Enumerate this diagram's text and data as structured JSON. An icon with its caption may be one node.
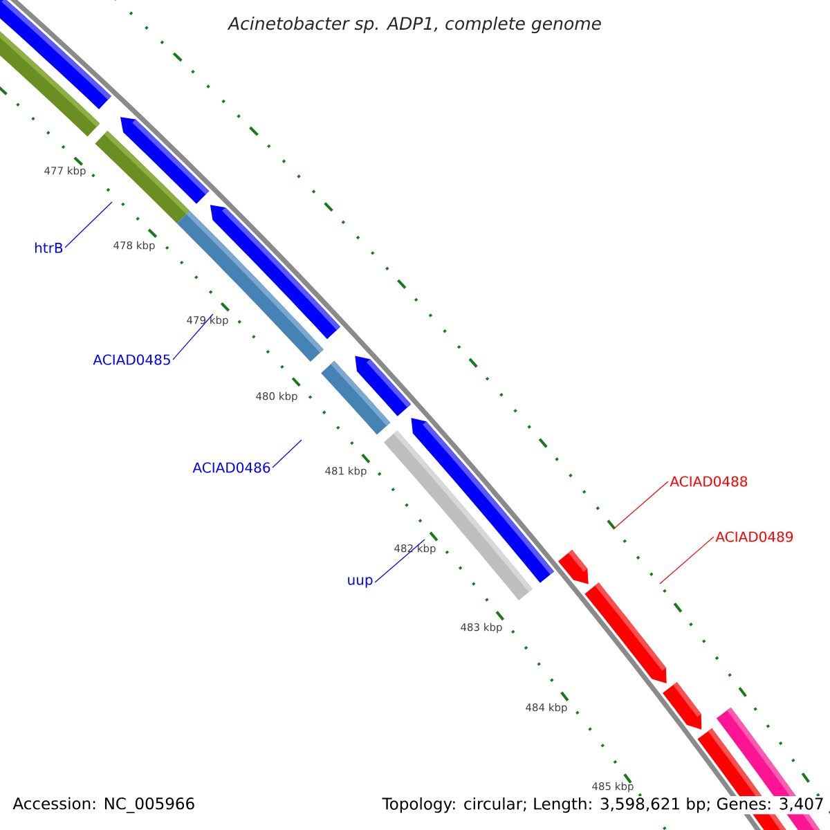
{
  "diagram": {
    "title": "Acinetobacter sp. ADP1, complete genome",
    "nodes": [
      {
        "text": [
          "htrB"
        ]
      },
      {
        "text": [
          "ACIAD0485"
        ]
      },
      {
        "text": [
          "ACIAD0486"
        ]
      },
      {
        "text": [
          "uup"
        ]
      },
      {
        "text": [
          "ACIAD0488"
        ]
      },
      {
        "text": [
          "ACIAD0489"
        ]
      }
    ],
    "edges": [
      {
        "from": 0,
        "to": null,
        "arrow": "none"
      },
      {
        "from": 1,
        "to": null,
        "arrow": "none"
      },
      {
        "from": 2,
        "to": null,
        "arrow": "none"
      },
      {
        "from": 3,
        "to": null,
        "arrow": "none"
      },
      {
        "from": 4,
        "to": null,
        "arrow": "none",
        "color": "#ff0000"
      },
      {
        "from": 5,
        "to": null,
        "arrow": "none",
        "color": "#ff0000"
      }
    ],
    "labels": [
      "477 kbp",
      "478 kbp",
      "479 kbp",
      "480 kbp",
      "481 kbp",
      "482 kbp",
      "483 kbp",
      "484 kbp",
      "485 kbp",
      "Accession: NC_005966",
      "Topology: circular; Length: 3,598,621 bp; Genes: 3,407"
    ]
  }
}
